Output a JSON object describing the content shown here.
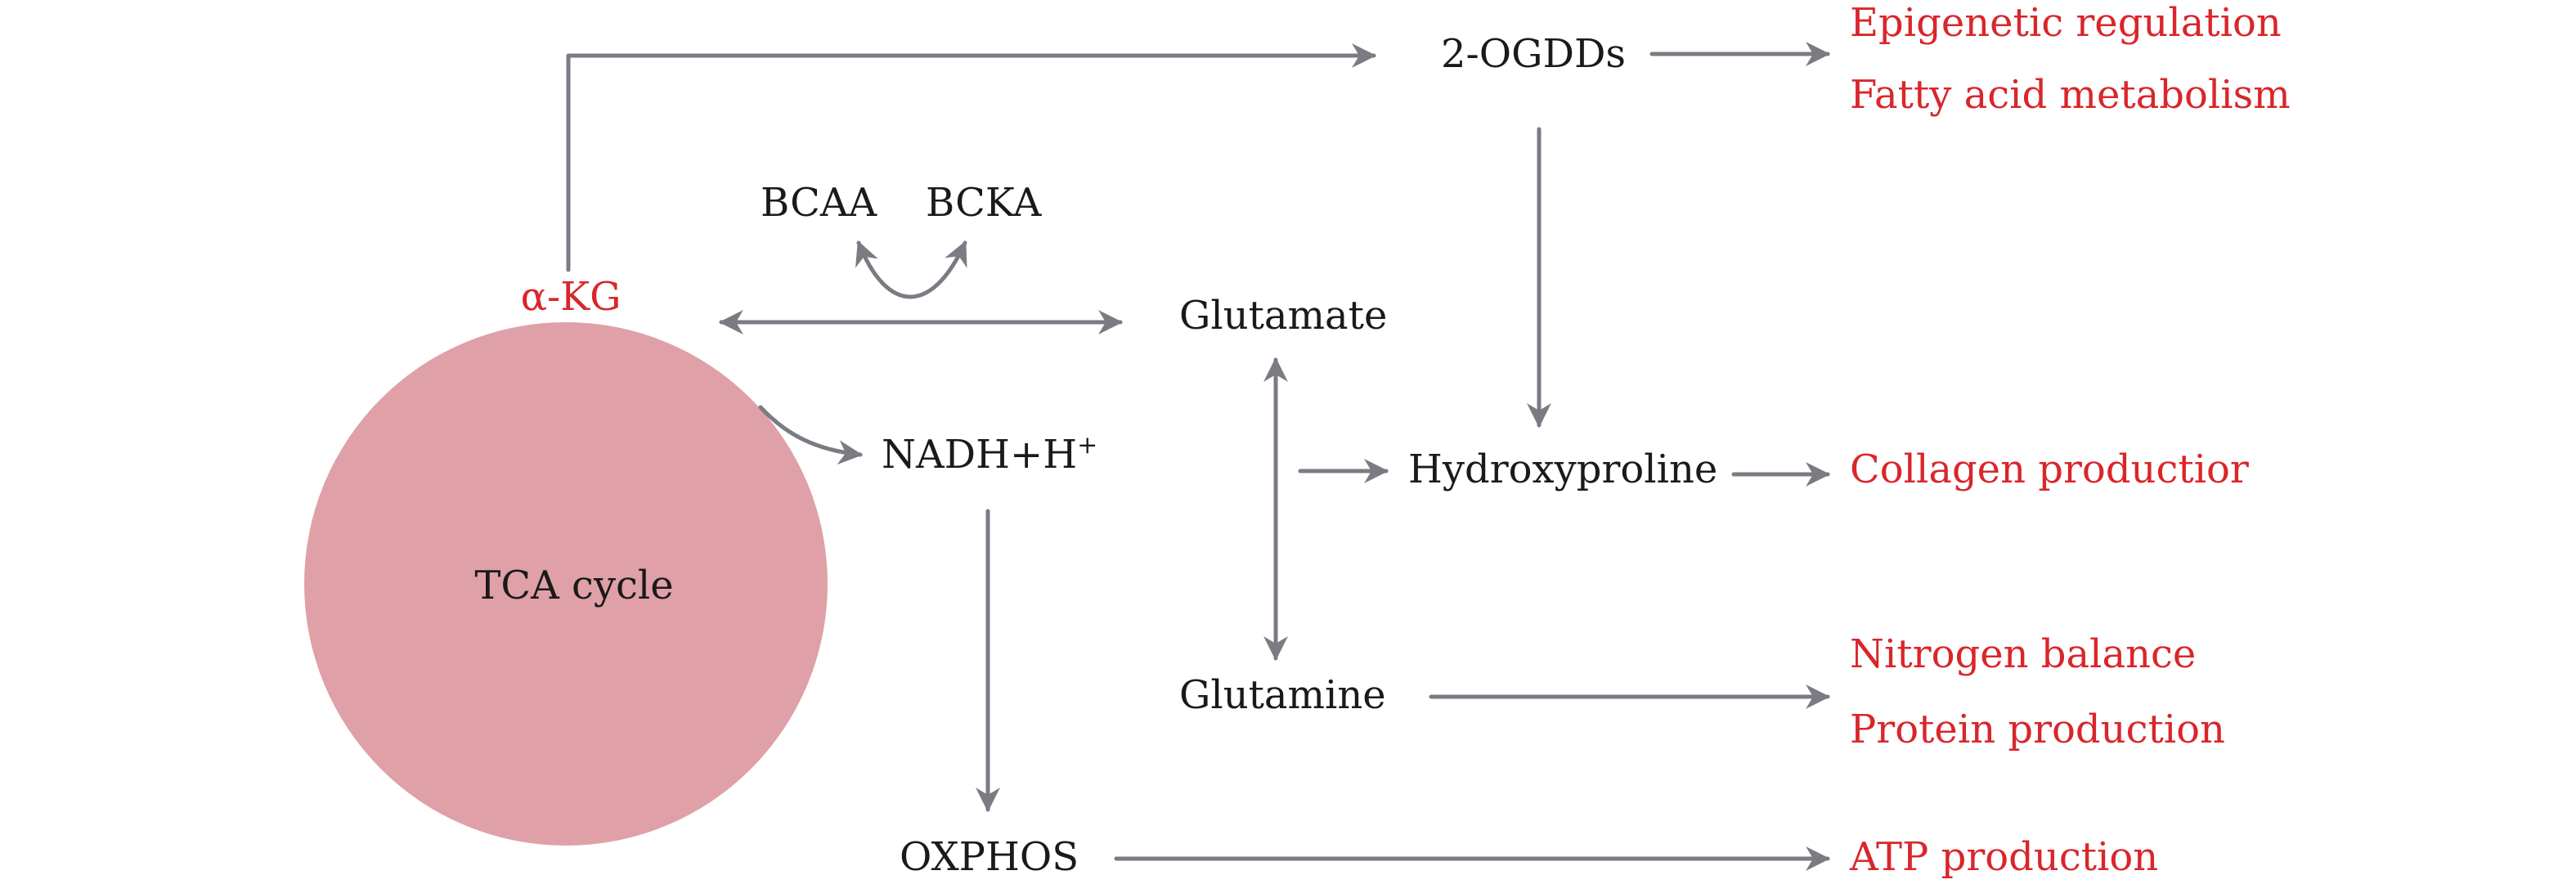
{
  "colors": {
    "arrow": "#7b7b84",
    "outcome": "#d9262b",
    "circle_fill": "#e0a0a8",
    "node_text": "#1a1a1a",
    "alpha_kg": "#d9262b"
  },
  "nodes": {
    "tca_cycle": "TCA cycle",
    "alpha_kg": "α-KG",
    "two_ogdds": "2-OGDDs",
    "bcaa": "BCAA",
    "bcka": "BCKA",
    "glutamate": "Glutamate",
    "nadh": "NADH+H",
    "nadh_sup": "+",
    "hydroxyproline": "Hydroxyproline",
    "glutamine": "Glutamine",
    "oxphos": "OXPHOS"
  },
  "outcomes": {
    "epigenetic": "Epigenetic regulation",
    "fatty_acid": "Fatty acid metabolism",
    "collagen": "Collagen productior",
    "nitrogen": "Nitrogen balance",
    "protein": "Protein production",
    "atp": "ATP production"
  }
}
